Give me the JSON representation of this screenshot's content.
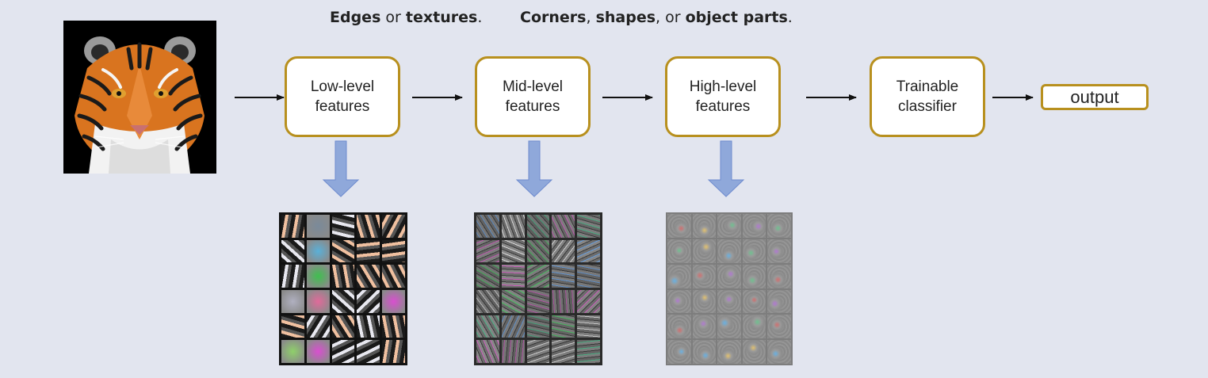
{
  "captions": {
    "left": {
      "a": "Edges",
      "sep": " or ",
      "b": "textures",
      "end": "."
    },
    "right": {
      "a": "Corners",
      "sep1": ", ",
      "b": "shapes",
      "sep2": ", or ",
      "c": "object parts",
      "end": "."
    }
  },
  "stages": [
    {
      "line1": "Low-level",
      "line2": "features"
    },
    {
      "line1": "Mid-level",
      "line2": "features"
    },
    {
      "line1": "High-level",
      "line2": "features"
    },
    {
      "line1": "Trainable",
      "line2": "classifier"
    }
  ],
  "output": {
    "label": "output"
  },
  "colors": {
    "background": "#e2e5ef",
    "box_border": "#b8901e",
    "down_arrow": "#8fa8da"
  },
  "images": {
    "input": "tiger-face-image",
    "low": "low-level-filter-grid",
    "mid": "mid-level-feature-grid",
    "high": "high-level-feature-grid"
  }
}
